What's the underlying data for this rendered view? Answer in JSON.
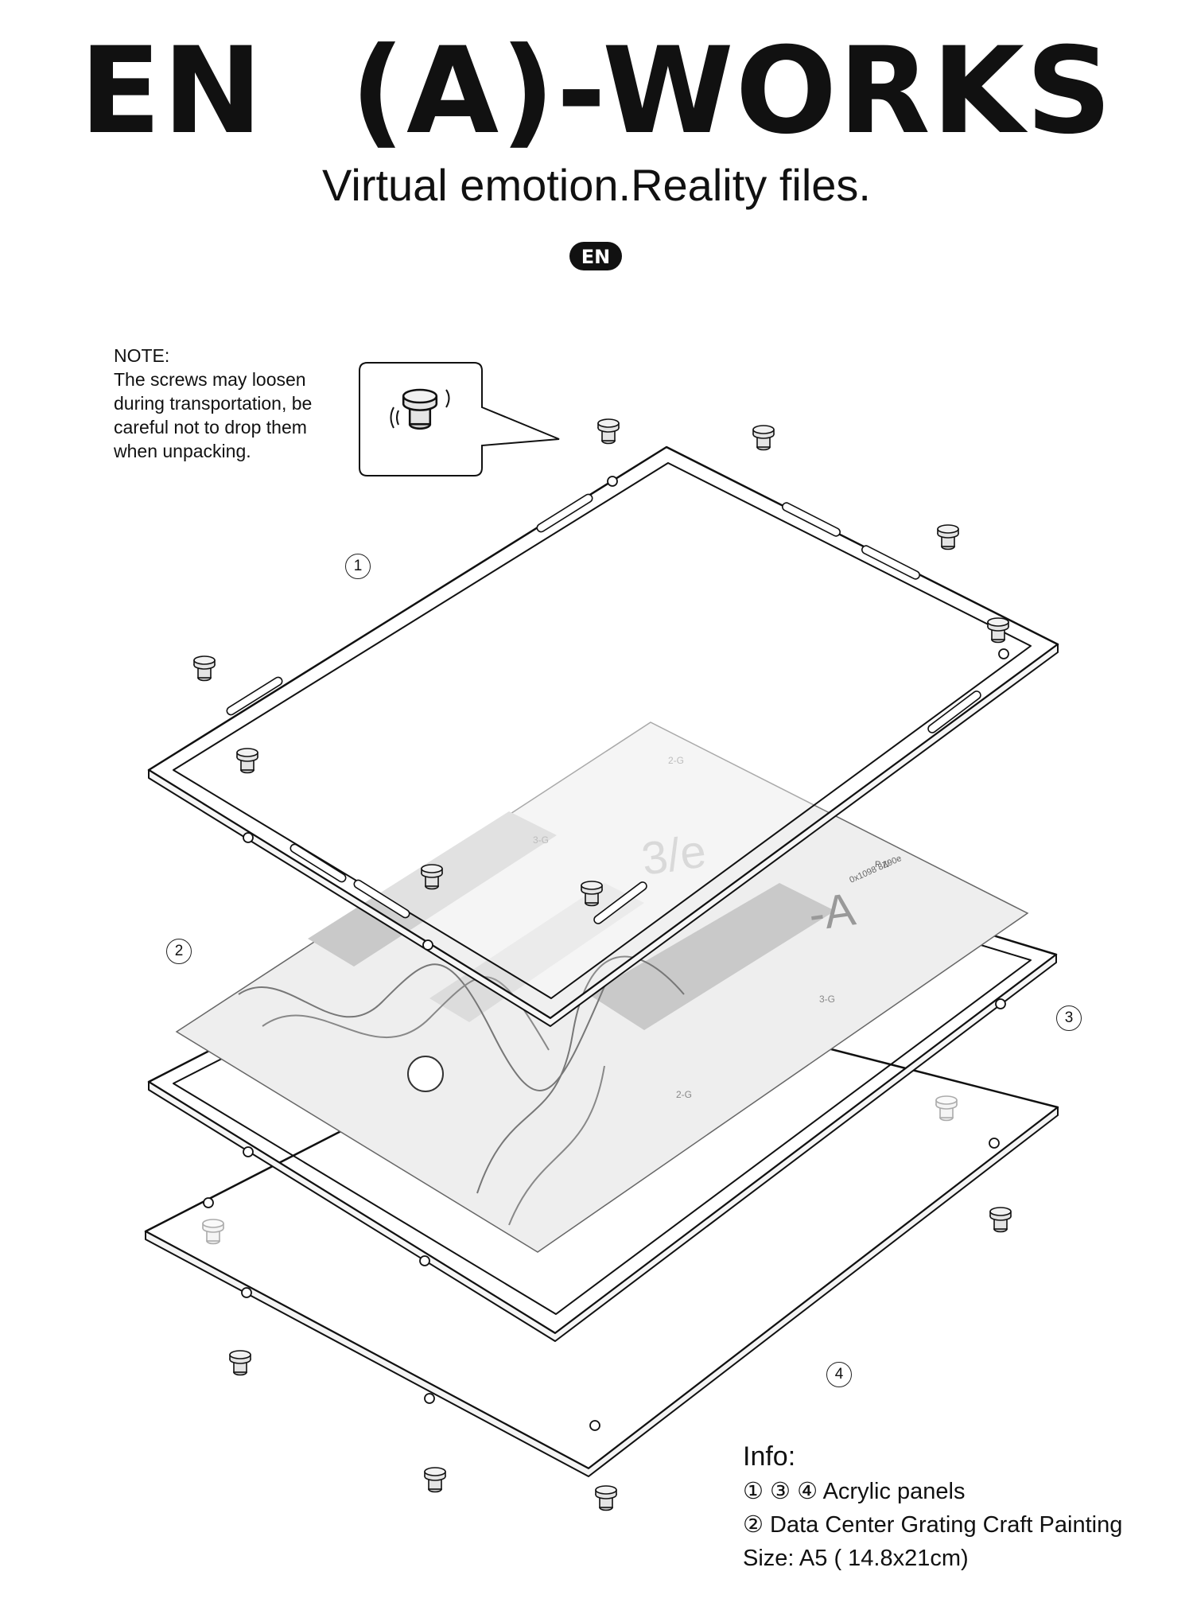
{
  "title": "EN  (A)-WORKS",
  "subtitle": "Virtual emotion.Reality files.",
  "logo_text": "EN",
  "note": {
    "title": "NOTE:",
    "lines": [
      "The screws may loosen",
      "during transportation, be",
      "careful not to drop them",
      "when unpacking."
    ]
  },
  "callouts": {
    "panel1": "1",
    "panel2": "2",
    "panel3": "3",
    "panel4": "4"
  },
  "artwork_labels": {
    "big_text_1": "3/e",
    "big_text_2": "-A",
    "grid_label_a": "2-G",
    "grid_label_b": "3-G",
    "grid_label_c": "2-G",
    "grid_label_d": "3-G",
    "code_1": "0x1098 8Z90e",
    "code_2": "P    N"
  },
  "info": {
    "title": "Info:",
    "lines": [
      "① ③ ④ Acrylic panels",
      "② Data Center Grating Craft Painting",
      "Size: A5 ( 14.8x21cm)"
    ]
  },
  "colors": {
    "line": "#111111",
    "artwork_fill": "#ededed",
    "artwork_dark": "#c9c9c9",
    "screw_fill": "#e4e4e4"
  }
}
